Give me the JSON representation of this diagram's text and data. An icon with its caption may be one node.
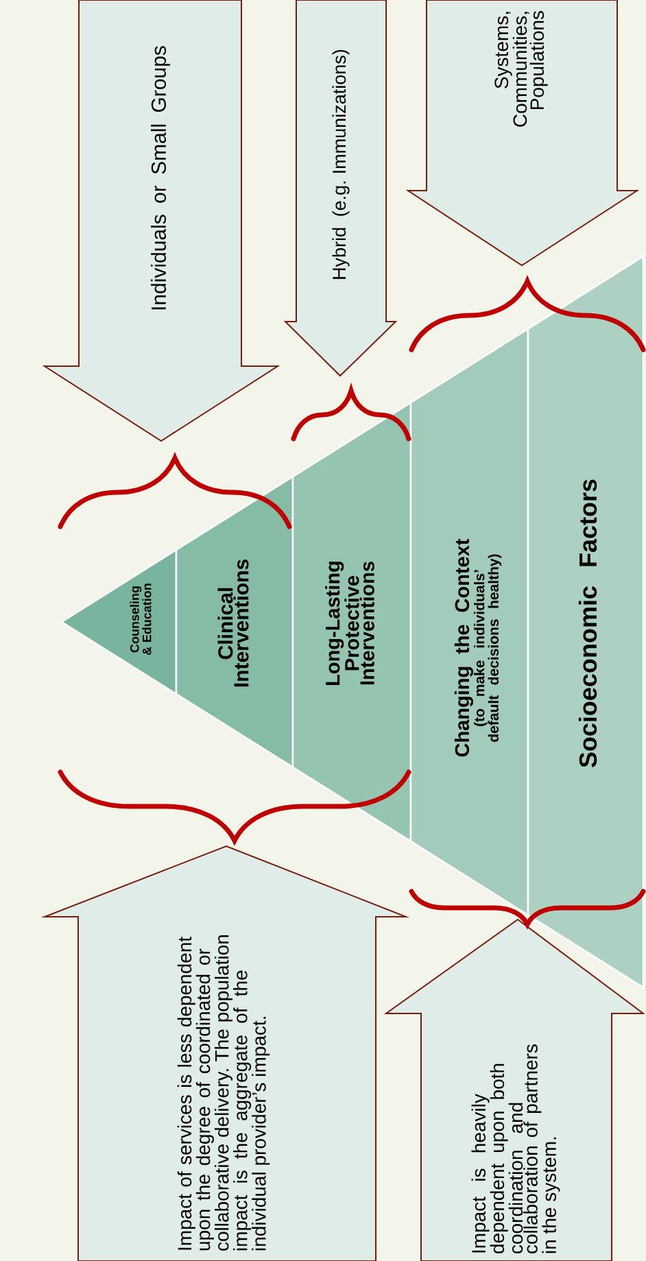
{
  "diagram": {
    "nodes": [
      {
        "text": [
          "Individuals or Small Groups"
        ]
      },
      {
        "text": [
          "Hybrid (e.g. Immunizations)"
        ]
      },
      {
        "text": [
          "Systems, Communities, Populations"
        ]
      },
      {
        "text": [
          "Counseling & Education"
        ]
      },
      {
        "text": [
          "Clinical Interventions"
        ]
      },
      {
        "text": [
          "Long-Lasting Protective Interventions"
        ]
      },
      {
        "text": [
          "Changing the Context",
          "(to make individuals’ default decisions healthy)"
        ]
      },
      {
        "text": [
          "Socioeconomic Factors"
        ]
      },
      {
        "text": [
          "Impact of services is less dependent upon the degree of coordinated or collaborative delivery. The population impact is the aggregate of the individual provider’s impact."
        ]
      },
      {
        "text": [
          "Impact is heavily dependent upon both coordination and collaboration of partners in the system."
        ]
      }
    ]
  }
}
